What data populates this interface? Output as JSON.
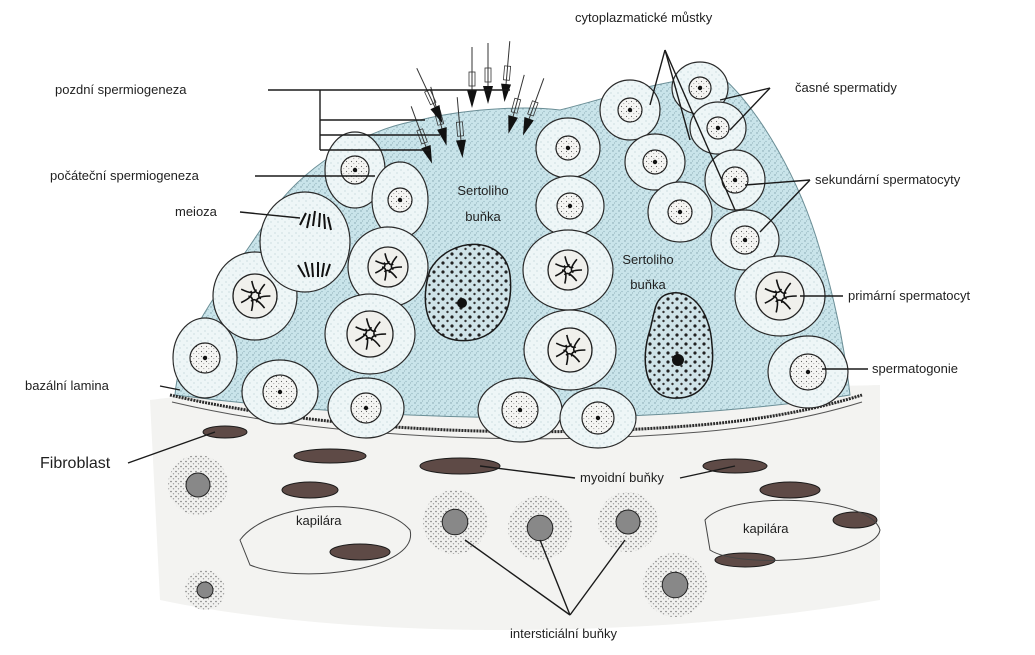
{
  "labels": {
    "cytoplasmic_bridges": "cytoplazmatické můstky",
    "late_spermiogenesis": "pozdní  spermiogeneza",
    "early_spermatids": "časné spermatidy",
    "initial_spermiogenesis": "počáteční spermiogeneza",
    "meiosis": "meioza",
    "secondary_spermatocytes": "sekundární spermatocyty",
    "sertoli_1_line1": "Sertoliho",
    "sertoli_1_line2": "buňka",
    "sertoli_2_line1": "Sertoliho",
    "sertoli_2_line2": "buňka",
    "primary_spermatocyte": "primární spermatocyt",
    "basal_lamina": "bazální lamina",
    "spermatogonia": "spermatogonie",
    "fibroblast": "Fibroblast",
    "myoid_cells": "myoidní buňky",
    "capillary_left": "kapilára",
    "capillary_right": "kapilára",
    "interstitial_cells": "intersticiální buňky"
  },
  "colors": {
    "sertoli_cytoplasm": "#c9e4ea",
    "germ_cell_fill": "#eef6f7",
    "outline": "#2a2a2a",
    "chromatin": "#1a1a1a",
    "connective_tissue": "#f3f3f1"
  }
}
